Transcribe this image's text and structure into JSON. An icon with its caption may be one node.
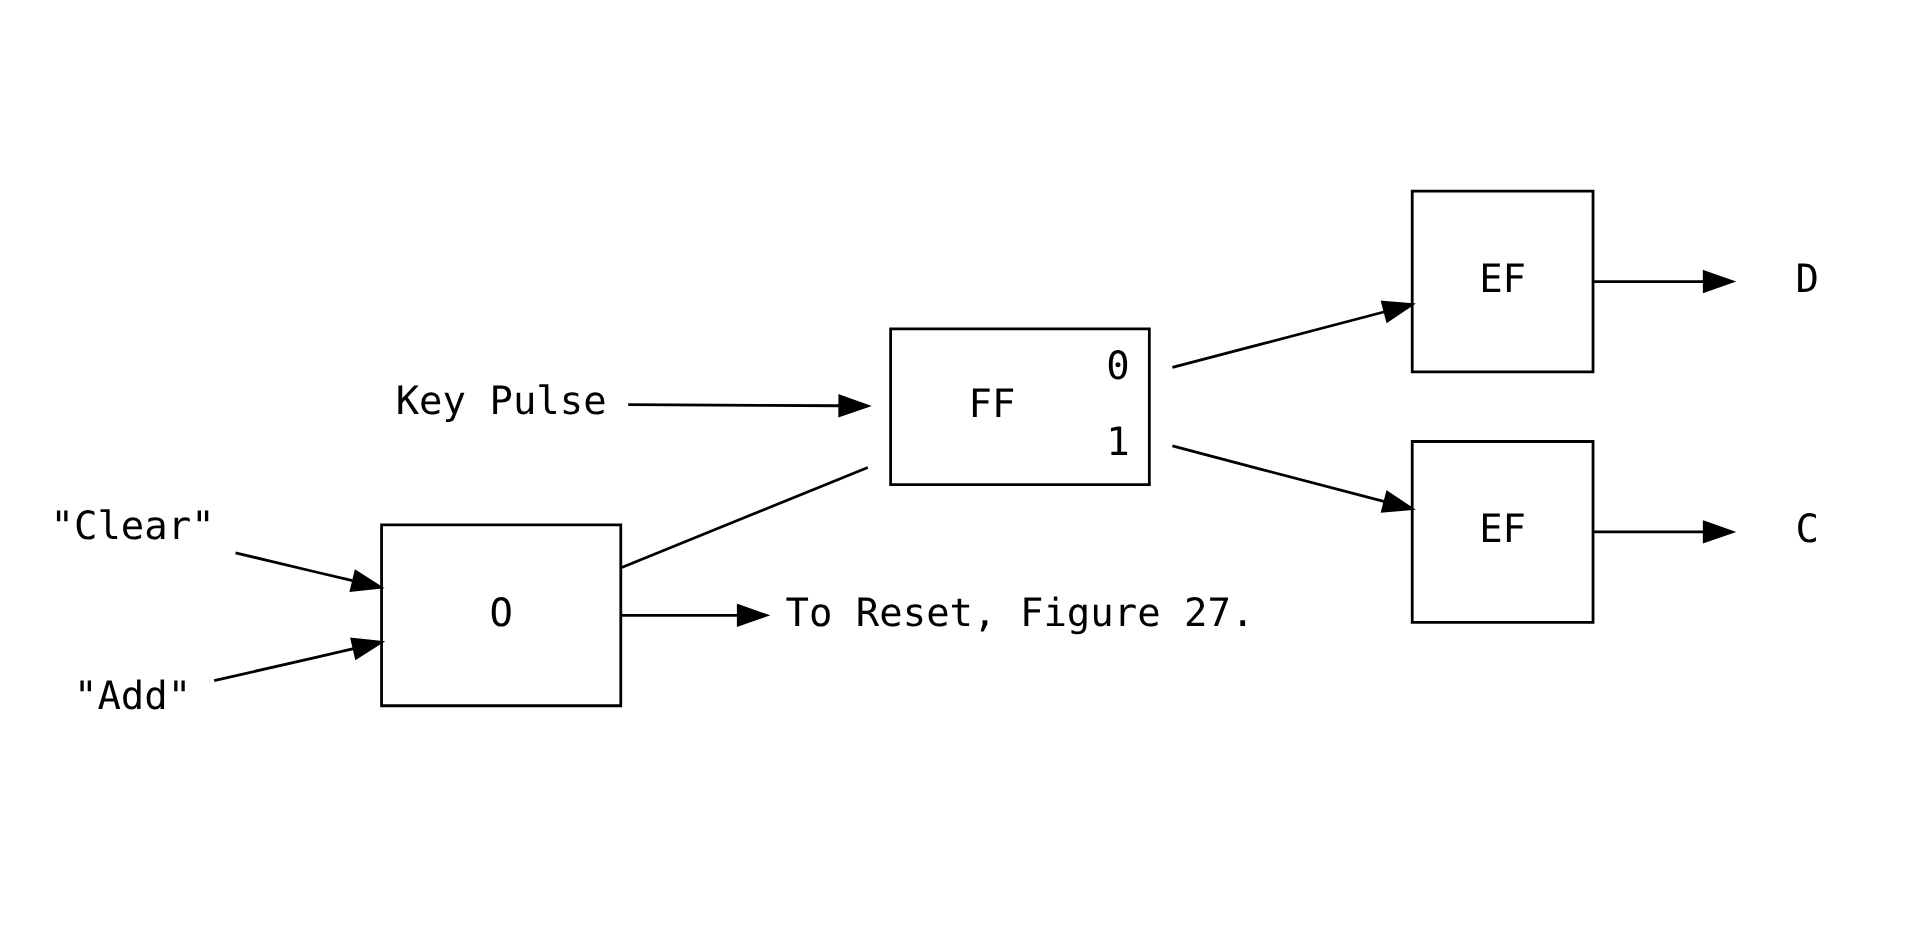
{
  "diagram": {
    "nodes": [
      {
        "text": [
          "\"Clear\""
        ]
      },
      {
        "text": [
          "\"Add\""
        ]
      },
      {
        "text": [
          "O"
        ]
      },
      {
        "text": [
          "Key Pulse"
        ]
      },
      {
        "text": [
          "FF",
          "0",
          "1"
        ]
      },
      {
        "text": [
          "To Reset, Figure 27."
        ]
      },
      {
        "text": [
          "EF"
        ]
      },
      {
        "text": [
          "D"
        ]
      },
      {
        "text": [
          "EF"
        ]
      },
      {
        "text": [
          "C"
        ]
      }
    ],
    "edges": [
      {
        "from": 0,
        "to": 2,
        "arrow": "to"
      },
      {
        "from": 1,
        "to": 2,
        "arrow": "to"
      },
      {
        "from": 2,
        "to": 5,
        "arrow": "to"
      },
      {
        "from": 2,
        "to": 4,
        "arrow": "none"
      },
      {
        "from": 3,
        "to": 4,
        "arrow": "to"
      },
      {
        "from": 4,
        "to": 6,
        "arrow": "to"
      },
      {
        "from": 4,
        "to": 8,
        "arrow": "to"
      },
      {
        "from": 6,
        "to": 7,
        "arrow": "to"
      },
      {
        "from": 8,
        "to": 9,
        "arrow": "to"
      }
    ]
  }
}
